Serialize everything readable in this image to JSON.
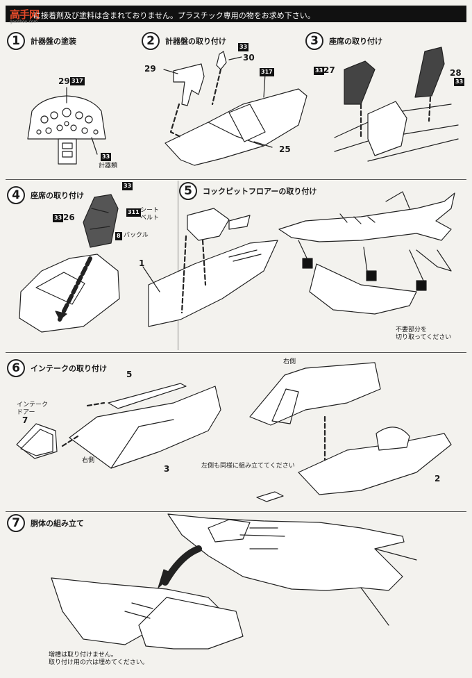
{
  "header": {
    "logo": "高手网",
    "logo_sub": "gaoshou.com",
    "warning": "に接着剤及び塗料は含まれておりません。プラスチック専用の物をお求め下さい。"
  },
  "steps": [
    {
      "num": "1",
      "title": "計器盤の塗装"
    },
    {
      "num": "2",
      "title": "計器盤の取り付け"
    },
    {
      "num": "3",
      "title": "座席の取り付け"
    },
    {
      "num": "4",
      "title": "座席の取り付け"
    },
    {
      "num": "5",
      "title": "コックピットフロアーの取り付け"
    },
    {
      "num": "6",
      "title": "インテークの取り付け"
    },
    {
      "num": "7",
      "title": "胴体の組み立て"
    }
  ],
  "parts": {
    "p29": "29",
    "p30": "30",
    "p25": "25",
    "p27": "27",
    "p28": "28",
    "p26": "26",
    "p1": "1",
    "p5": "5",
    "p7": "7",
    "p3": "3",
    "p2": "2"
  },
  "colors": {
    "c317": "317",
    "c33": "33",
    "c311": "311",
    "c8": "8"
  },
  "notes": {
    "gauges": "計器類",
    "seatbelt": "シート\nベルト",
    "buckle": "バックル",
    "cut_unneeded": "不要部分を\n切り取ってください",
    "intake_door": "インテーク\nドアー",
    "right_side": "右側",
    "right_side_top": "右側",
    "left_same": "左側も同様に組み立ててください",
    "drop_tank": "増槽は取り付けません。\n取り付け用の穴は埋めてください。"
  }
}
